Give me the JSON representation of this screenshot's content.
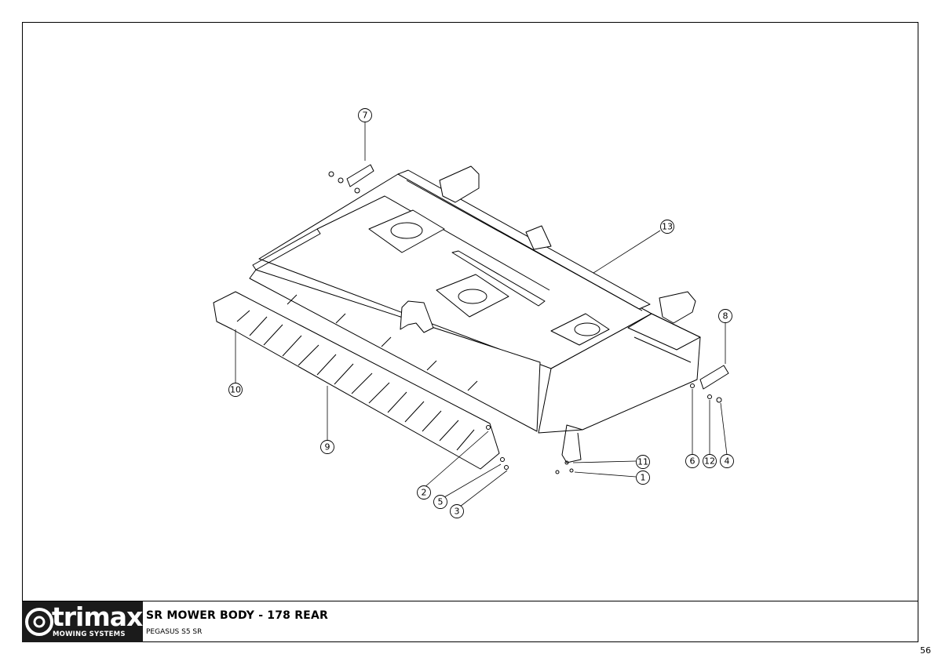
{
  "title_block": {
    "title": "SR MOWER BODY - 178 REAR",
    "subtitle": "PEGASUS S5 SR",
    "logo_text": "trimax",
    "logo_subtext": "MOWING SYSTEMS",
    "logo_icon": "trimax-swirl-icon"
  },
  "page_number": "56",
  "callouts": [
    {
      "id": "c1",
      "label": "1"
    },
    {
      "id": "c2",
      "label": "2"
    },
    {
      "id": "c3",
      "label": "3"
    },
    {
      "id": "c4",
      "label": "4"
    },
    {
      "id": "c5",
      "label": "5"
    },
    {
      "id": "c6",
      "label": "6"
    },
    {
      "id": "c7",
      "label": "7"
    },
    {
      "id": "c8",
      "label": "8"
    },
    {
      "id": "c9",
      "label": "9"
    },
    {
      "id": "c10",
      "label": "10"
    },
    {
      "id": "c11",
      "label": "11"
    },
    {
      "id": "c12",
      "label": "12"
    },
    {
      "id": "c13",
      "label": "13"
    }
  ],
  "colors": {
    "ink": "#000000",
    "logo_bg": "#1b1b1b",
    "paper": "#ffffff"
  }
}
